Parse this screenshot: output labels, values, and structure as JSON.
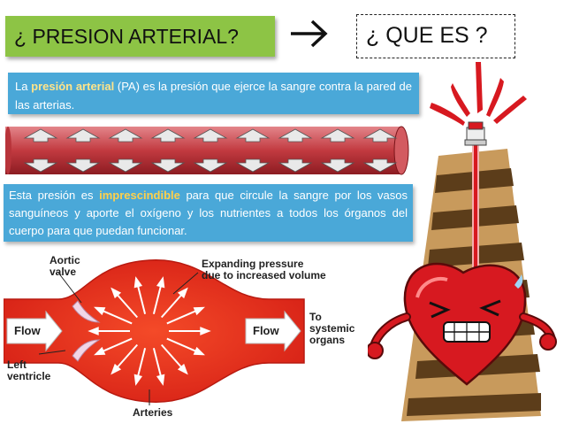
{
  "header": {
    "title": "¿ PRESION ARTERIAL?",
    "arrow_icon": "right-arrow-icon",
    "question": "¿ QUE ES ?"
  },
  "definition": {
    "part1": "La ",
    "term": "presión arterial",
    "part2": " (PA) es la presión que ejerce la sangre contra la pared de las arterias."
  },
  "importance": {
    "part1": "Esta presión es ",
    "keyword": "imprescindible",
    "part2": " para que circule la sangre por los vasos sanguíneos y aporte el oxígeno y los nutrientes a todos los órganos del cuerpo para que puedan funcionar."
  },
  "diagram": {
    "aortic_valve": [
      "Aortic",
      "valve"
    ],
    "expanding": [
      "Expanding pressure",
      "due to increased volume"
    ],
    "flow_left": "Flow",
    "flow_right": "Flow",
    "to_systemic": [
      "To",
      "systemic",
      "organs"
    ],
    "left_ventricle": [
      "Left",
      "ventricle"
    ],
    "arteries": "Arteries"
  },
  "colors": {
    "title_bg": "#8dc445",
    "text_box_bg": "#4aa8d8",
    "artery_red": "#c8262a",
    "heart_red": "#d71920"
  }
}
